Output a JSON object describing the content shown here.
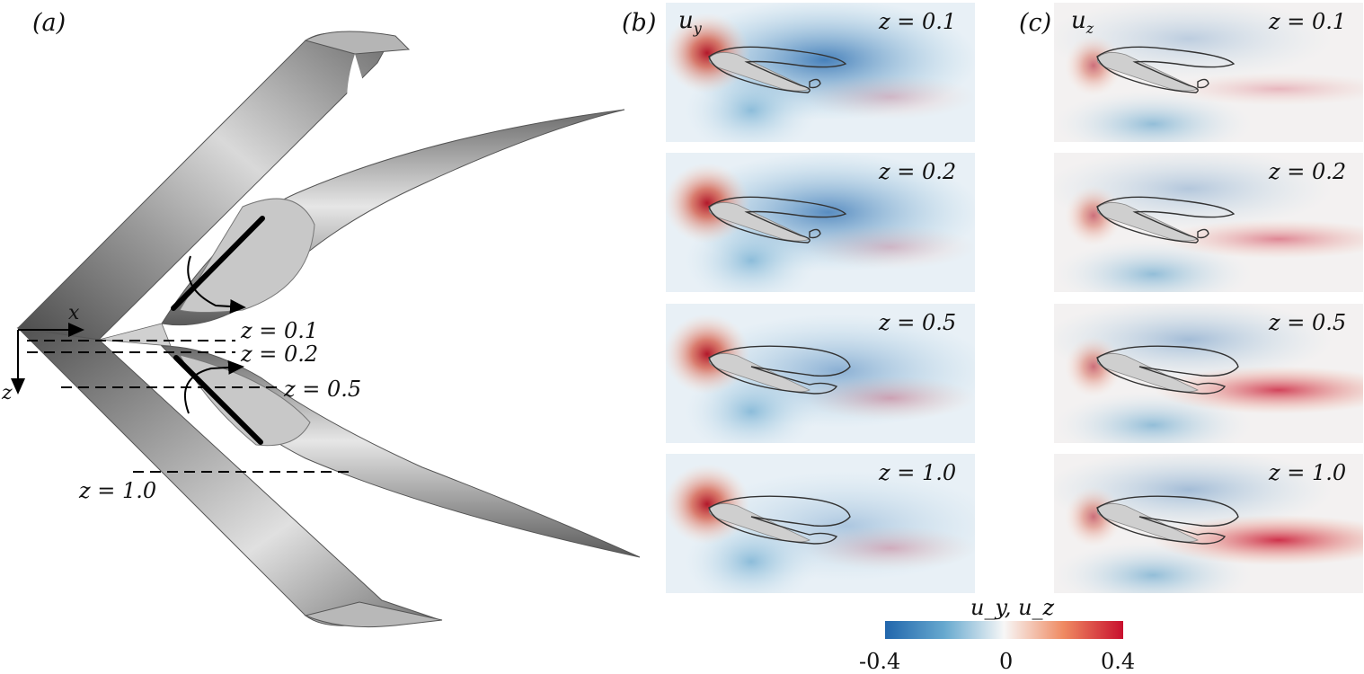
{
  "panels": {
    "a": {
      "letter": "(a)",
      "x_axis": "x",
      "z_axis": "z",
      "z_lines": [
        "z = 0.1",
        "z = 0.2",
        "z = 0.5",
        "z = 1.0"
      ]
    },
    "b": {
      "letter": "(b)",
      "variable": "u",
      "subscript": "y",
      "subplots": [
        {
          "z": "z = 0.1",
          "neg": 0.95,
          "pos": 0.25,
          "closed": true
        },
        {
          "z": "z = 0.2",
          "neg": 0.85,
          "pos": 0.25,
          "closed": true
        },
        {
          "z": "z = 0.5",
          "neg": 0.55,
          "pos": 0.35,
          "closed": false
        },
        {
          "z": "z = 1.0",
          "neg": 0.35,
          "pos": 0.3,
          "closed": false
        }
      ]
    },
    "c": {
      "letter": "(c)",
      "variable": "u",
      "subscript": "z",
      "subplots": [
        {
          "z": "z = 0.1",
          "neg": 0.3,
          "pos": 0.3,
          "closed": true
        },
        {
          "z": "z = 0.2",
          "neg": 0.35,
          "pos": 0.55,
          "closed": true
        },
        {
          "z": "z = 0.5",
          "neg": 0.45,
          "pos": 0.9,
          "closed": false
        },
        {
          "z": "z = 1.0",
          "neg": 0.45,
          "pos": 1.0,
          "closed": false
        }
      ]
    }
  },
  "colorbar": {
    "title": "u_y, u_z",
    "ticks": [
      "-0.4",
      "0",
      "0.4"
    ],
    "range": [
      -0.4,
      0.4
    ],
    "colors": {
      "neg": "#2166ac",
      "mid": "#f7f7f7",
      "pos": "#c8102e"
    }
  }
}
